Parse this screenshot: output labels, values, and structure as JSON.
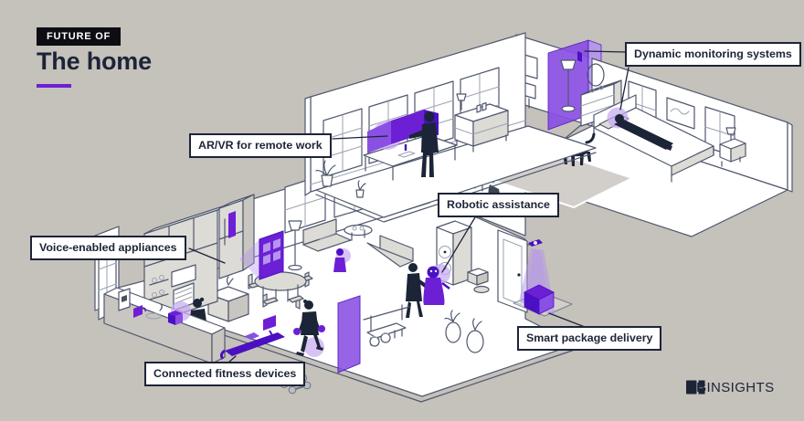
{
  "header": {
    "badge": "FUTURE OF",
    "title": "The home"
  },
  "labels": [
    {
      "id": "voice-enabled-appliances",
      "text": "Voice-enabled appliances"
    },
    {
      "id": "arvr-remote-work",
      "text": "AR/VR for remote work"
    },
    {
      "id": "dynamic-monitoring-systems",
      "text": "Dynamic monitoring systems"
    },
    {
      "id": "robotic-assistance",
      "text": "Robotic assistance"
    },
    {
      "id": "smart-package-delivery",
      "text": "Smart package delivery"
    },
    {
      "id": "connected-fitness-devices",
      "text": "Connected fitness devices"
    }
  ],
  "logo": {
    "prefix": "CB",
    "suffix": "INSIGHTS"
  },
  "colors": {
    "background": "#c5c1bb",
    "surface": "#ffffff",
    "ink": "#1c2437",
    "outline": "#4f586d",
    "outline_light": "#9ba1b0",
    "furniture": "#c9c6c1",
    "furniture_light": "#dddbd6",
    "accent": "#6d1fd6",
    "accent_dark": "#4a10c2",
    "accent_mid": "#8a4fe3",
    "accent_light": "#b494ee",
    "halo": "#c7abf2",
    "badge_bg": "#0d0d13"
  }
}
